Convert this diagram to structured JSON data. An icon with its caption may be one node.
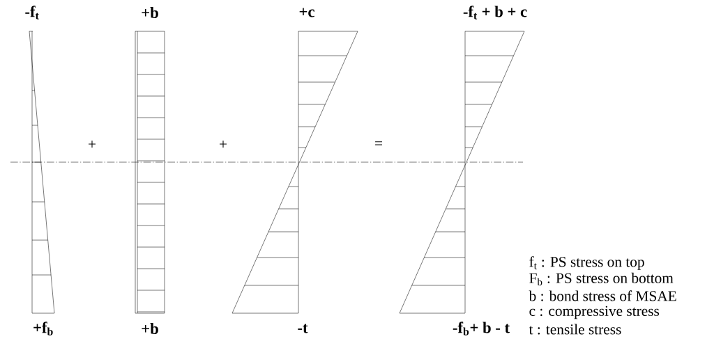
{
  "diagram": {
    "labels": [
      "-f$_{t}$",
      "+b",
      "+c",
      "-f$_{t}$ + b + c",
      "+",
      "+",
      "=",
      "f$_{t}$ : PS stress on top",
      "F$_{b}$ : PS stress on bottom",
      "b : bond stress of MSAE",
      "c : compressive stress",
      "+f$_{b}$",
      "+b",
      "-t",
      "-f$_{b}$+ b - t",
      "t : tensile stress"
    ]
  }
}
